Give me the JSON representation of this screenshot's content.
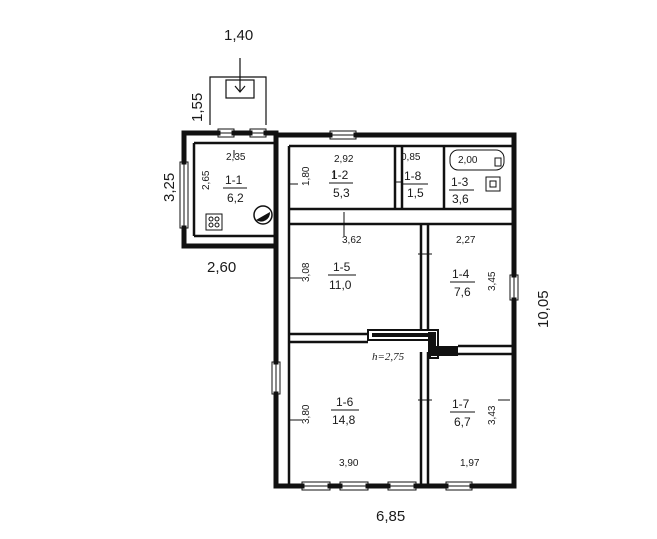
{
  "rooms": [
    {
      "id": "1-1",
      "area": "6,2"
    },
    {
      "id": "1-2",
      "area": "5,3"
    },
    {
      "id": "1-8",
      "area": "1,5"
    },
    {
      "id": "1-3",
      "area": "3,6"
    },
    {
      "id": "1-5",
      "area": "11,0"
    },
    {
      "id": "1-4",
      "area": "7,6"
    },
    {
      "id": "1-6",
      "area": "14,8"
    },
    {
      "id": "1-7",
      "area": "6,7"
    }
  ],
  "outer_dims": {
    "porch_width": "1,40",
    "porch_depth": "1,55",
    "annex_height": "3,25",
    "annex_offset": "2,60",
    "total_length": "10,05",
    "total_width": "6,85"
  },
  "inner_dims": {
    "r11_width": "2,35",
    "r11_height": "2,65",
    "r12_width": "2,92",
    "r12_height": "1,80",
    "r18_width": "0,85",
    "r13_width": "2,00",
    "r15_width": "3,62",
    "r15_height": "3,08",
    "r14_width": "2,27",
    "r14_height": "3,45",
    "r16_height": "3,80",
    "r16_width": "3,90",
    "r17_height": "3,43",
    "r17_width": "1,97"
  },
  "ceiling_height": "h=2,75"
}
